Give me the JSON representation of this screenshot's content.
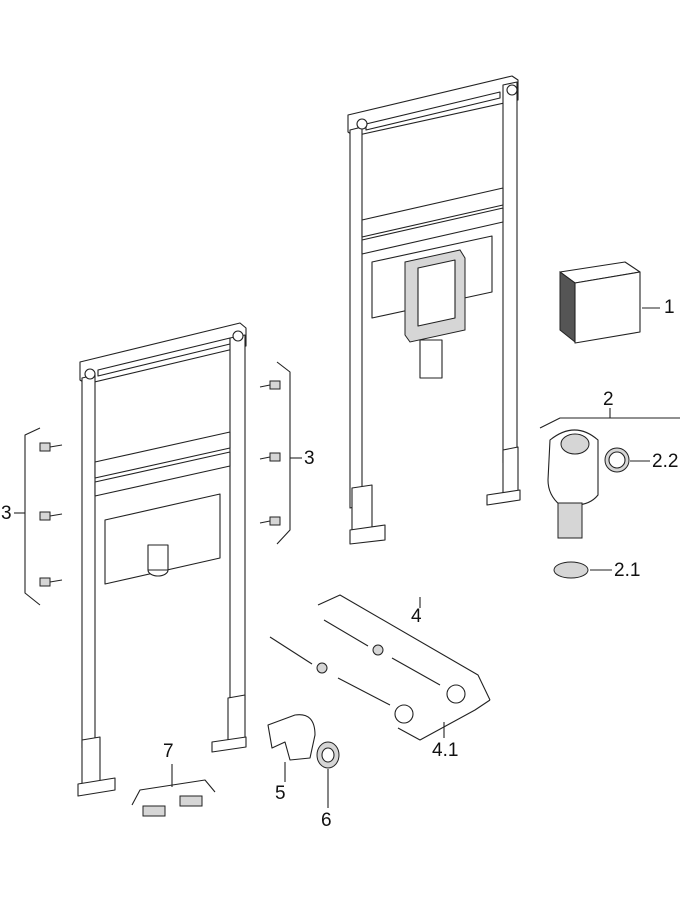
{
  "diagram": {
    "type": "exploded parts drawing",
    "labels": {
      "part_1": "1",
      "part_2": "2",
      "part_2_1": "2.1",
      "part_2_2": "2.2",
      "part_3_left": "3",
      "part_3_right": "3",
      "part_4": "4",
      "part_4_1": "4.1",
      "part_5": "5",
      "part_6": "6",
      "part_7": "7"
    }
  }
}
